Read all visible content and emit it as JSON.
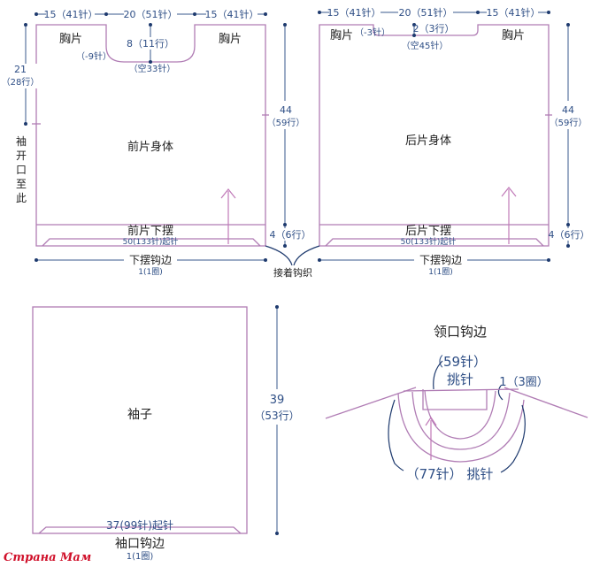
{
  "front": {
    "top_left_dim": "15（41针）",
    "top_mid_dim": "20（51针）",
    "top_right_dim": "15（41针）",
    "chest_left": "胸片",
    "chest_right": "胸片",
    "neck_dec": "（-9针）",
    "neck_depth": "8（11行）",
    "neck_empty": "（空33针）",
    "left_dim_cm": "21",
    "left_dim_rows": "（28行）",
    "sleeve_mark": "袖开口至此",
    "body_label": "前片身体",
    "right_dim_cm": "44",
    "right_dim_rows": "（59行）",
    "hem_label": "前片下摆",
    "hem_cast": "50(133针)起针",
    "hem_rows": "4（6行）",
    "bottom_label": "下摆钩边",
    "bottom_rounds": "1(1圈)"
  },
  "back": {
    "top_left_dim": "15（41针）",
    "top_mid_dim": "20（51针）",
    "top_right_dim": "15（41针）",
    "chest_left": "胸片",
    "chest_right": "胸片",
    "neck_dec": "（-3针）",
    "neck_depth": "2（3行）",
    "neck_empty": "（空45针）",
    "body_label": "后片身体",
    "right_dim_cm": "44",
    "right_dim_rows": "（59行）",
    "hem_label": "后片下摆",
    "hem_cast": "50(133针)起针",
    "hem_rows": "4（6行）",
    "bottom_label": "下摆钩边",
    "bottom_rounds": "1(1圈)"
  },
  "join_label": "接着钩织",
  "sleeve": {
    "body_label": "袖子",
    "dim_cm": "39",
    "dim_rows": "（53行）",
    "cast_on": "37(99针)起针",
    "cuff_label": "袖口钩边",
    "cuff_rounds": "1(1圈)"
  },
  "neck": {
    "title": "领口钩边",
    "pick_top_count": "（59针）",
    "pick_top_label": "挑针",
    "rounds": "1（3圈）",
    "pick_bottom": "（77针） 挑针"
  },
  "watermark": "Страна Мам",
  "colors": {
    "outline": "#b07cb4",
    "dimension": "#2f4f86",
    "dot": "#1e3a6e",
    "watermark": "#d0102a"
  }
}
